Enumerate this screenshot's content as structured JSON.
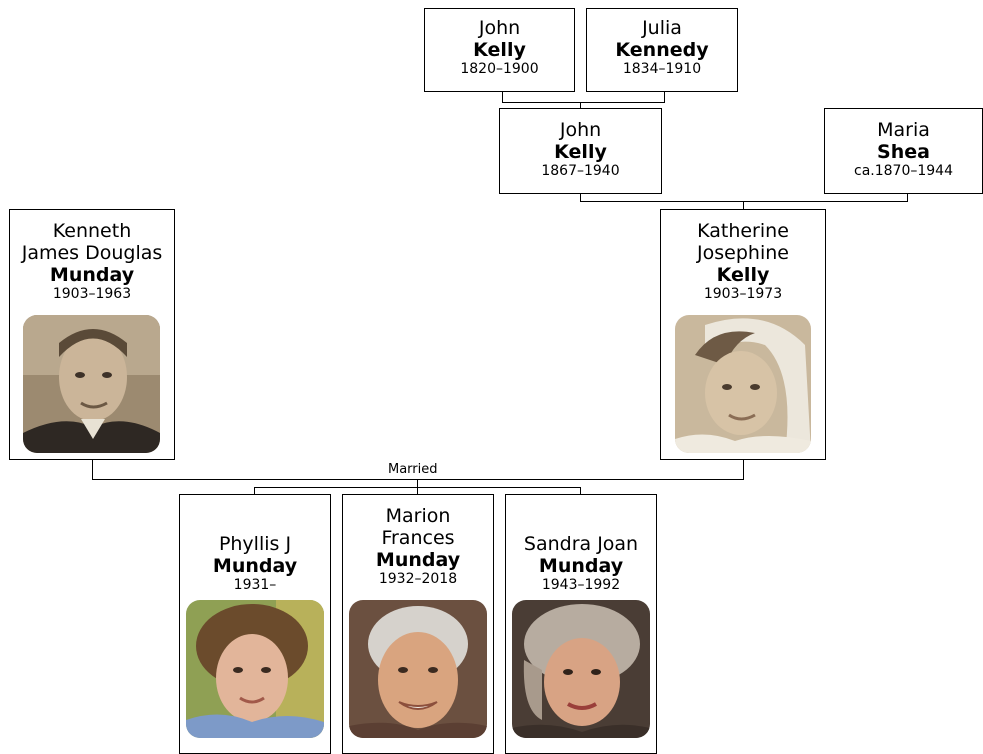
{
  "people": {
    "john_kelly_sr": {
      "given": "John",
      "surname": "Kelly",
      "dates": "1820–1900"
    },
    "julia_kennedy": {
      "given": "Julia",
      "surname": "Kennedy",
      "dates": "1834–1910"
    },
    "john_kelly": {
      "given": "John",
      "surname": "Kelly",
      "dates": "1867–1940"
    },
    "maria_shea": {
      "given": "Maria",
      "surname": "Shea",
      "dates": "ca.1870–1944"
    },
    "kenneth_munday": {
      "given_line1": "Kenneth",
      "given_line2": "James Douglas",
      "surname": "Munday",
      "dates": "1903–1963"
    },
    "katherine_kelly": {
      "given_line1": "Katherine",
      "given_line2": "Josephine",
      "surname": "Kelly",
      "dates": "1903–1973"
    },
    "phyllis_munday": {
      "given": "Phyllis J",
      "surname": "Munday",
      "dates": "1931–"
    },
    "marion_munday": {
      "given_line1": "Marion",
      "given_line2": "Frances",
      "surname": "Munday",
      "dates": "1932–2018"
    },
    "sandra_munday": {
      "given": "Sandra Joan",
      "surname": "Munday",
      "dates": "1943–1992"
    }
  },
  "relationship_label": "Married"
}
